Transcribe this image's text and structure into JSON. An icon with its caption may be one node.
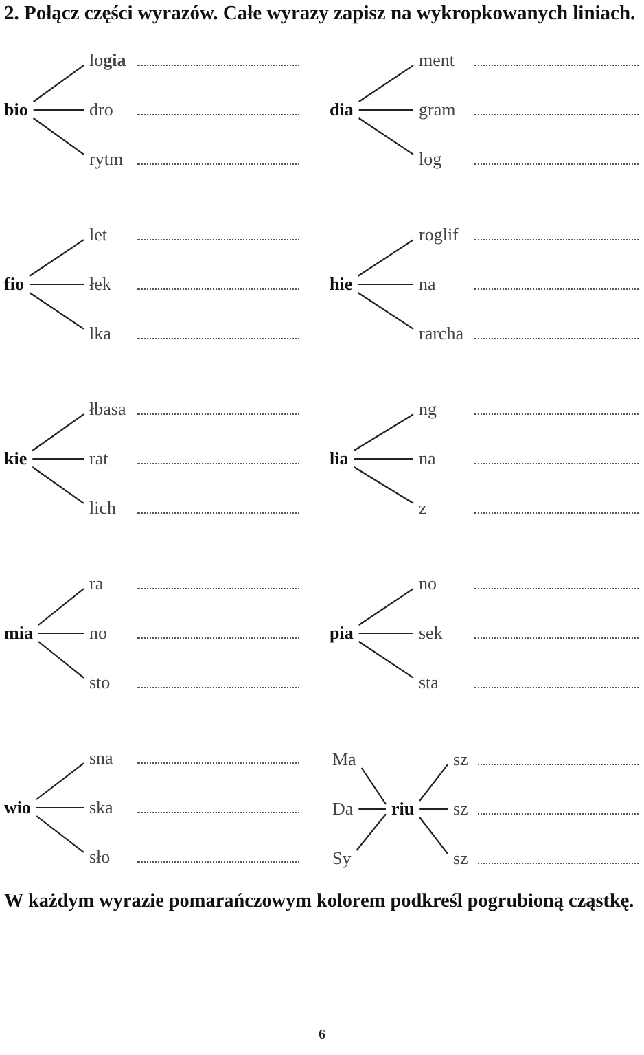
{
  "diagram": {
    "title": "2. Połącz części wyrazów. Całe wyrazy zapisz na wykropkowanych liniach.",
    "nodes": [
      {
        "text": [
          "bio"
        ]
      },
      {
        "text": [
          "lo**gia**"
        ]
      },
      {
        "text": [
          "dro"
        ]
      },
      {
        "text": [
          "rytm"
        ]
      },
      {
        "text": [
          "dia"
        ]
      },
      {
        "text": [
          "ment"
        ]
      },
      {
        "text": [
          "gram"
        ]
      },
      {
        "text": [
          "log"
        ]
      },
      {
        "text": [
          "fio"
        ]
      },
      {
        "text": [
          "let"
        ]
      },
      {
        "text": [
          "łek"
        ]
      },
      {
        "text": [
          "lka"
        ]
      },
      {
        "text": [
          "hie"
        ]
      },
      {
        "text": [
          "roglif"
        ]
      },
      {
        "text": [
          "na"
        ]
      },
      {
        "text": [
          "rarcha"
        ]
      },
      {
        "text": [
          "kie"
        ]
      },
      {
        "text": [
          "łbasa"
        ]
      },
      {
        "text": [
          "rat"
        ]
      },
      {
        "text": [
          "lich"
        ]
      },
      {
        "text": [
          "lia"
        ]
      },
      {
        "text": [
          "ng"
        ]
      },
      {
        "text": [
          "na"
        ]
      },
      {
        "text": [
          "z"
        ]
      },
      {
        "text": [
          "mia"
        ]
      },
      {
        "text": [
          "ra"
        ]
      },
      {
        "text": [
          "no"
        ]
      },
      {
        "text": [
          "sto"
        ]
      },
      {
        "text": [
          "pia"
        ]
      },
      {
        "text": [
          "no"
        ]
      },
      {
        "text": [
          "sek"
        ]
      },
      {
        "text": [
          "sta"
        ]
      },
      {
        "text": [
          "wio"
        ]
      },
      {
        "text": [
          "sna"
        ]
      },
      {
        "text": [
          "ska"
        ]
      },
      {
        "text": [
          "sło"
        ]
      },
      {
        "text": [
          "Ma"
        ]
      },
      {
        "text": [
          "Da"
        ]
      },
      {
        "text": [
          "Sy"
        ]
      },
      {
        "text": [
          "riu"
        ]
      },
      {
        "text": [
          "sz"
        ]
      },
      {
        "text": [
          "sz"
        ]
      },
      {
        "text": [
          "sz"
        ]
      }
    ],
    "edges": [
      {
        "from": 0,
        "to": 1,
        "arrow": "none"
      },
      {
        "from": 0,
        "to": 2,
        "arrow": "none"
      },
      {
        "from": 0,
        "to": 3,
        "arrow": "none"
      },
      {
        "from": 4,
        "to": 5,
        "arrow": "none"
      },
      {
        "from": 4,
        "to": 6,
        "arrow": "none"
      },
      {
        "from": 4,
        "to": 7,
        "arrow": "none"
      },
      {
        "from": 8,
        "to": 9,
        "arrow": "none"
      },
      {
        "from": 8,
        "to": 10,
        "arrow": "none"
      },
      {
        "from": 8,
        "to": 11,
        "arrow": "none"
      },
      {
        "from": 12,
        "to": 13,
        "arrow": "none"
      },
      {
        "from": 12,
        "to": 14,
        "arrow": "none"
      },
      {
        "from": 12,
        "to": 15,
        "arrow": "none"
      },
      {
        "from": 16,
        "to": 17,
        "arrow": "none"
      },
      {
        "from": 16,
        "to": 18,
        "arrow": "none"
      },
      {
        "from": 16,
        "to": 19,
        "arrow": "none"
      },
      {
        "from": 20,
        "to": 21,
        "arrow": "none"
      },
      {
        "from": 20,
        "to": 22,
        "arrow": "none"
      },
      {
        "from": 20,
        "to": 23,
        "arrow": "none"
      },
      {
        "from": 24,
        "to": 25,
        "arrow": "none"
      },
      {
        "from": 24,
        "to": 26,
        "arrow": "none"
      },
      {
        "from": 24,
        "to": 27,
        "arrow": "none"
      },
      {
        "from": 28,
        "to": 29,
        "arrow": "none"
      },
      {
        "from": 28,
        "to": 30,
        "arrow": "none"
      },
      {
        "from": 28,
        "to": 31,
        "arrow": "none"
      },
      {
        "from": 32,
        "to": 33,
        "arrow": "none"
      },
      {
        "from": 32,
        "to": 34,
        "arrow": "none"
      },
      {
        "from": 32,
        "to": 35,
        "arrow": "none"
      },
      {
        "from": 36,
        "to": 39,
        "arrow": "none"
      },
      {
        "from": 37,
        "to": 39,
        "arrow": "none"
      },
      {
        "from": 38,
        "to": 39,
        "arrow": "none"
      },
      {
        "from": 39,
        "to": 40,
        "arrow": "none"
      },
      {
        "from": 39,
        "to": 41,
        "arrow": "none"
      },
      {
        "from": 39,
        "to": 42,
        "arrow": "none"
      }
    ],
    "labels": [
      "W każdym wyrazie pomarańczowym kolorem podkreśl pogrubioną cząstkę.",
      "6"
    ]
  }
}
